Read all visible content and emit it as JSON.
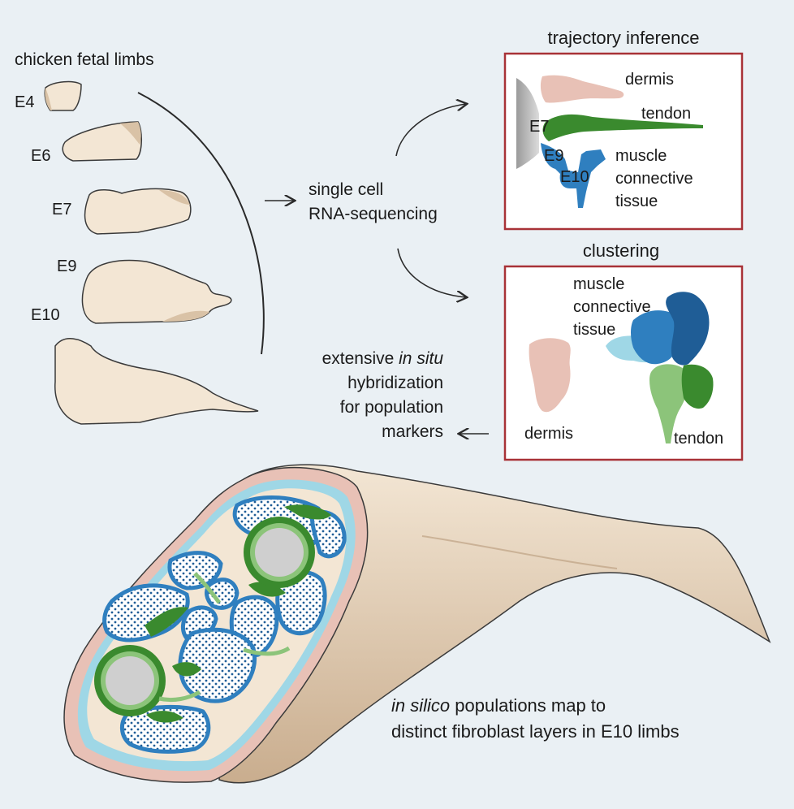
{
  "stages": {
    "title": "chicken fetal limbs",
    "labels": [
      "E4",
      "E6",
      "E7",
      "E9",
      "E10"
    ]
  },
  "method": {
    "line1": "single cell",
    "line2": "RNA-sequencing"
  },
  "trajectory": {
    "title": "trajectory inference",
    "dermis": "dermis",
    "tendon": "tendon",
    "mct_line1": "muscle",
    "mct_line2": "connective",
    "mct_line3": "tissue",
    "e7": "E7",
    "e9": "E9",
    "e10": "E10"
  },
  "clustering": {
    "title": "clustering",
    "mct_line1": "muscle",
    "mct_line2": "connective",
    "mct_line3": "tissue",
    "dermis": "dermis",
    "tendon": "tendon"
  },
  "insitu": {
    "line1_pre": "extensive ",
    "line1_em": "in situ",
    "line2": "hybridization",
    "line3": "for population",
    "line4": "markers"
  },
  "result": {
    "line1_em": "in silico",
    "line1_rest": " populations map to",
    "line2": "distinct fibroblast layers in E10 limbs"
  },
  "colors": {
    "background": "#eaf0f4",
    "box_border": "#a83237",
    "dermis": "#e8c1b6",
    "tendon_dark": "#3a8a2e",
    "tendon_light": "#8cc47a",
    "mct_dark": "#1f5d96",
    "mct_mid": "#2f7fbf",
    "mct_light": "#9fd7e6",
    "limb_fill": "#f3e6d4"
  }
}
